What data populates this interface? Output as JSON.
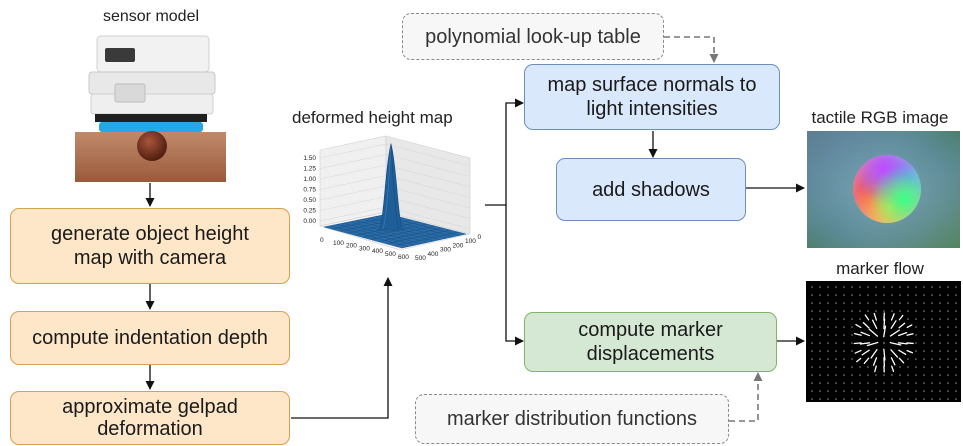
{
  "sensor": {
    "caption": "sensor model"
  },
  "steps": {
    "generate": "generate object height map with camera",
    "compute_depth": "compute indentation depth",
    "approximate": "approximate gelpad deformation"
  },
  "heightmap": {
    "caption": "deformed height map",
    "z_ticks": [
      "1.50",
      "1.25",
      "1.00",
      "0.75",
      "0.50",
      "0.25",
      "0.00"
    ],
    "x_ticks": [
      "0",
      "100",
      "200",
      "300",
      "400",
      "500",
      "600"
    ],
    "y_ticks": [
      "500",
      "400",
      "300",
      "200",
      "100",
      "0"
    ]
  },
  "lookup": {
    "label": "polynomial look-up table"
  },
  "map_normals": {
    "label": "map surface normals to light intensities"
  },
  "add_shadows": {
    "label": "add shadows"
  },
  "tactile": {
    "caption": "tactile RGB image"
  },
  "marker_flow": {
    "caption": "marker flow"
  },
  "compute_markers": {
    "label": "compute marker displacements"
  },
  "marker_dist": {
    "label": "marker distribution functions"
  },
  "colors": {
    "orange_fill": "#fde7c8",
    "orange_border": "#d7a04a",
    "blue_fill": "#dae8fc",
    "blue_border": "#6c8ebf",
    "green_fill": "#d5e8d4",
    "green_border": "#82b366",
    "surface": "#1f5f99"
  }
}
